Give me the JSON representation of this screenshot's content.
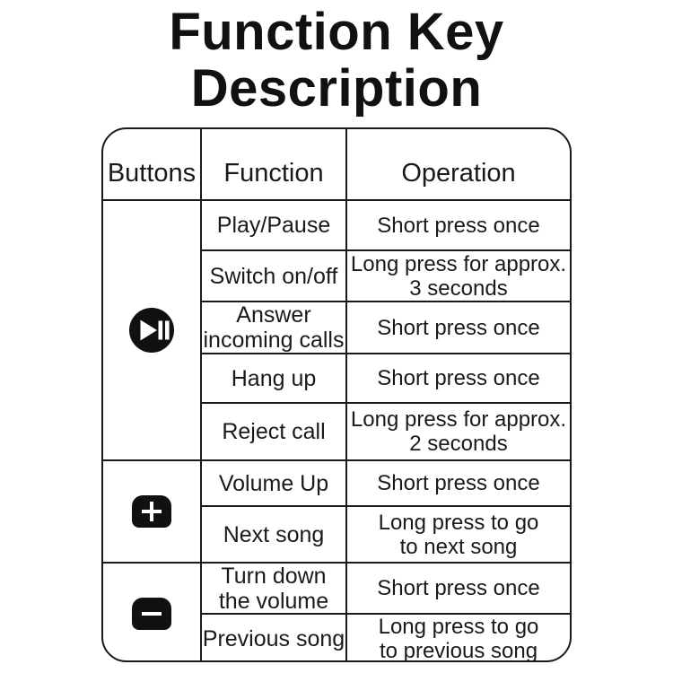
{
  "title": {
    "line1": "Function Key",
    "line2": "Description"
  },
  "colors": {
    "ink": "#1a1a1a",
    "background": "#ffffff",
    "icon_fill": "#111111",
    "icon_glyph": "#ffffff"
  },
  "table": {
    "headers": [
      "Buttons",
      "Function",
      "Operation"
    ],
    "groups": [
      {
        "button_icon": "play-pause-icon",
        "rows": [
          {
            "function": "Play/Pause",
            "operation": "Short press once"
          },
          {
            "function": "Switch on/off",
            "operation": "Long press for approx.\n3 seconds"
          },
          {
            "function": "Answer\nincoming calls",
            "operation": "Short press once"
          },
          {
            "function": "Hang up",
            "operation": "Short press once"
          },
          {
            "function": "Reject call",
            "operation": "Long press for approx.\n2 seconds"
          }
        ]
      },
      {
        "button_icon": "plus-key-icon",
        "rows": [
          {
            "function": "Volume Up",
            "operation": "Short press once"
          },
          {
            "function": "Next song",
            "operation": "Long press to go\nto next song"
          }
        ]
      },
      {
        "button_icon": "minus-key-icon",
        "rows": [
          {
            "function": "Turn down\nthe volume",
            "operation": "Short press once"
          },
          {
            "function": "Previous song",
            "operation": "Long press to go\nto previous song"
          }
        ]
      }
    ]
  }
}
